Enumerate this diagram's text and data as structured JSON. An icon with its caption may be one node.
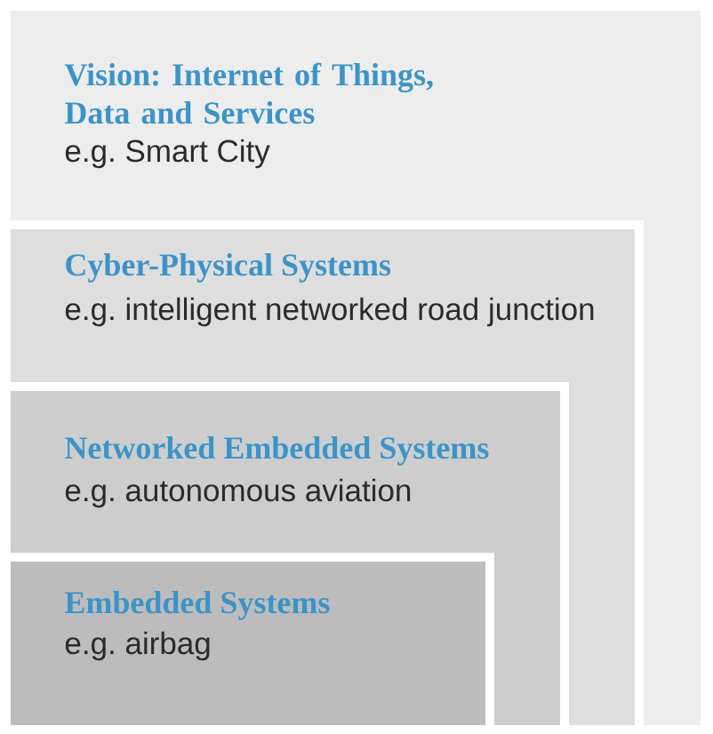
{
  "diagram": {
    "nodes": [
      {
        "text": [
          "Vision: Internet of Things, Data and Services",
          "e.g. Smart City"
        ]
      },
      {
        "text": [
          "Cyber-Physical Systems",
          "e.g. intelligent networked road junction"
        ],
        "in": 0
      },
      {
        "text": [
          "Networked Embedded Systems",
          "e.g. autonomous aviation"
        ],
        "in": 1
      },
      {
        "text": [
          "Embedded Systems",
          "e.g. airbag"
        ],
        "in": 2
      }
    ]
  }
}
